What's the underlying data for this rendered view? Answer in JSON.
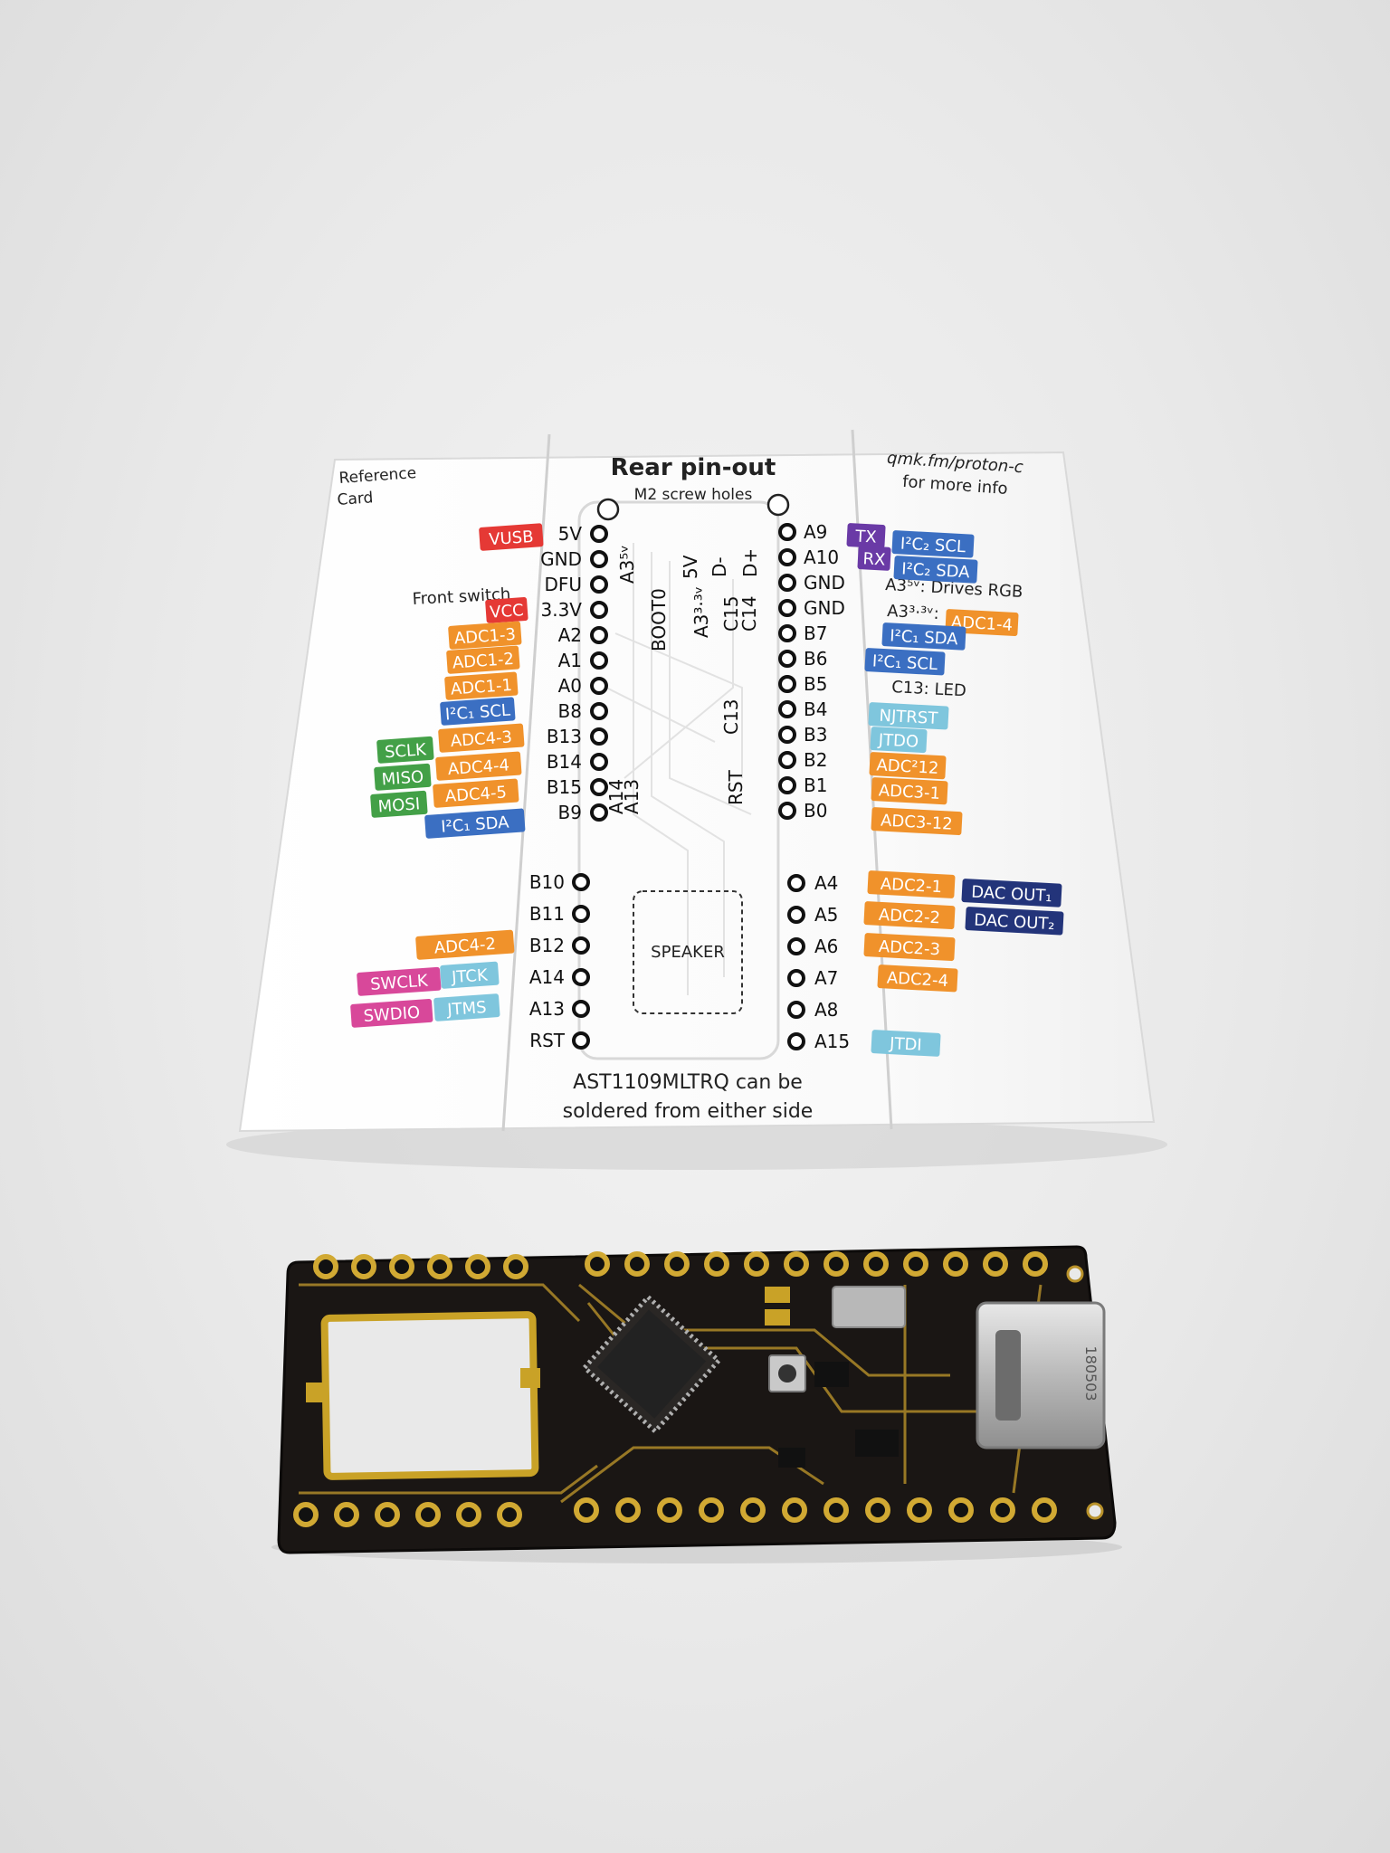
{
  "card": {
    "corner_left": [
      "Reference",
      "Card"
    ],
    "title": "Rear pin-out",
    "subtitle": "M2 screw holes",
    "corner_right": [
      "qmk.fm/proton-c",
      "for more info"
    ],
    "front_switch": "Front switch",
    "footer": [
      "AST1109MLTRQ can be",
      "soldered from either side"
    ],
    "speaker": "SPEAKER",
    "notes": [
      "A3⁵ᵛ: Drives RGB",
      "A3³·³ᵛ:",
      "C13: LED"
    ],
    "left_pins_top": [
      "5V",
      "GND",
      "DFU",
      "3.3V",
      "A2",
      "A1",
      "A0",
      "B8",
      "B13",
      "B14",
      "B15",
      "B9"
    ],
    "right_pins_top": [
      "A9",
      "A10",
      "GND",
      "GND",
      "B7",
      "B6",
      "B5",
      "B4",
      "B3",
      "B2",
      "B1",
      "B0"
    ],
    "left_pins_bottom": [
      "B10",
      "B11",
      "B12",
      "A14",
      "A13",
      "RST"
    ],
    "right_pins_bottom": [
      "A4",
      "A5",
      "A6",
      "A7",
      "A8",
      "A15"
    ],
    "inner_labels": [
      "A3⁵ᵛ",
      "5V",
      "D-",
      "D+",
      "BOOT0",
      "A3³·³ᵛ",
      "C15",
      "C14",
      "C13",
      "RST",
      "A14",
      "A13"
    ],
    "left_tags": [
      {
        "text": "VUSB",
        "color": "#e53935"
      },
      {
        "text": "VCC",
        "color": "#e53935"
      },
      {
        "text": "ADC1-3",
        "color": "#f0922b"
      },
      {
        "text": "ADC1-2",
        "color": "#f0922b"
      },
      {
        "text": "ADC1-1",
        "color": "#f0922b"
      },
      {
        "text": "I²C₁ SCL",
        "color": "#3b6fc2"
      },
      {
        "text": "SCLK",
        "color": "#43a047"
      },
      {
        "text": "ADC4-3",
        "color": "#f0922b"
      },
      {
        "text": "MISO",
        "color": "#43a047"
      },
      {
        "text": "ADC4-4",
        "color": "#f0922b"
      },
      {
        "text": "MOSI",
        "color": "#43a047"
      },
      {
        "text": "ADC4-5",
        "color": "#f0922b"
      },
      {
        "text": "I²C₁ SDA",
        "color": "#3b6fc2"
      },
      {
        "text": "ADC4-2",
        "color": "#f0922b"
      },
      {
        "text": "SWCLK",
        "color": "#d8489a"
      },
      {
        "text": "JTCK",
        "color": "#7fc6dd"
      },
      {
        "text": "SWDIO",
        "color": "#d8489a"
      },
      {
        "text": "JTMS",
        "color": "#7fc6dd"
      }
    ],
    "right_tags": [
      {
        "text": "TX",
        "color": "#6a3aa6"
      },
      {
        "text": "I²C₂ SCL",
        "color": "#3b6fc2"
      },
      {
        "text": "RX",
        "color": "#6a3aa6"
      },
      {
        "text": "I²C₂ SDA",
        "color": "#3b6fc2"
      },
      {
        "text": "ADC1-4",
        "color": "#f0922b"
      },
      {
        "text": "I²C₁ SDA",
        "color": "#3b6fc2"
      },
      {
        "text": "I²C₁ SCL",
        "color": "#3b6fc2"
      },
      {
        "text": "NJTRST",
        "color": "#7fc6dd"
      },
      {
        "text": "JTDO",
        "color": "#7fc6dd"
      },
      {
        "text": "ADC²12",
        "color": "#f0922b"
      },
      {
        "text": "ADC3-1",
        "color": "#f0922b"
      },
      {
        "text": "ADC3-12",
        "color": "#f0922b"
      },
      {
        "text": "ADC2-1",
        "color": "#f0922b"
      },
      {
        "text": "DAC OUT₁",
        "color": "#23347a"
      },
      {
        "text": "ADC2-2",
        "color": "#f0922b"
      },
      {
        "text": "DAC OUT₂",
        "color": "#23347a"
      },
      {
        "text": "ADC2-3",
        "color": "#f0922b"
      },
      {
        "text": "ADC2-4",
        "color": "#f0922b"
      },
      {
        "text": "JTDI",
        "color": "#7fc6dd"
      }
    ]
  },
  "board": {
    "usb_marking": "180503"
  }
}
